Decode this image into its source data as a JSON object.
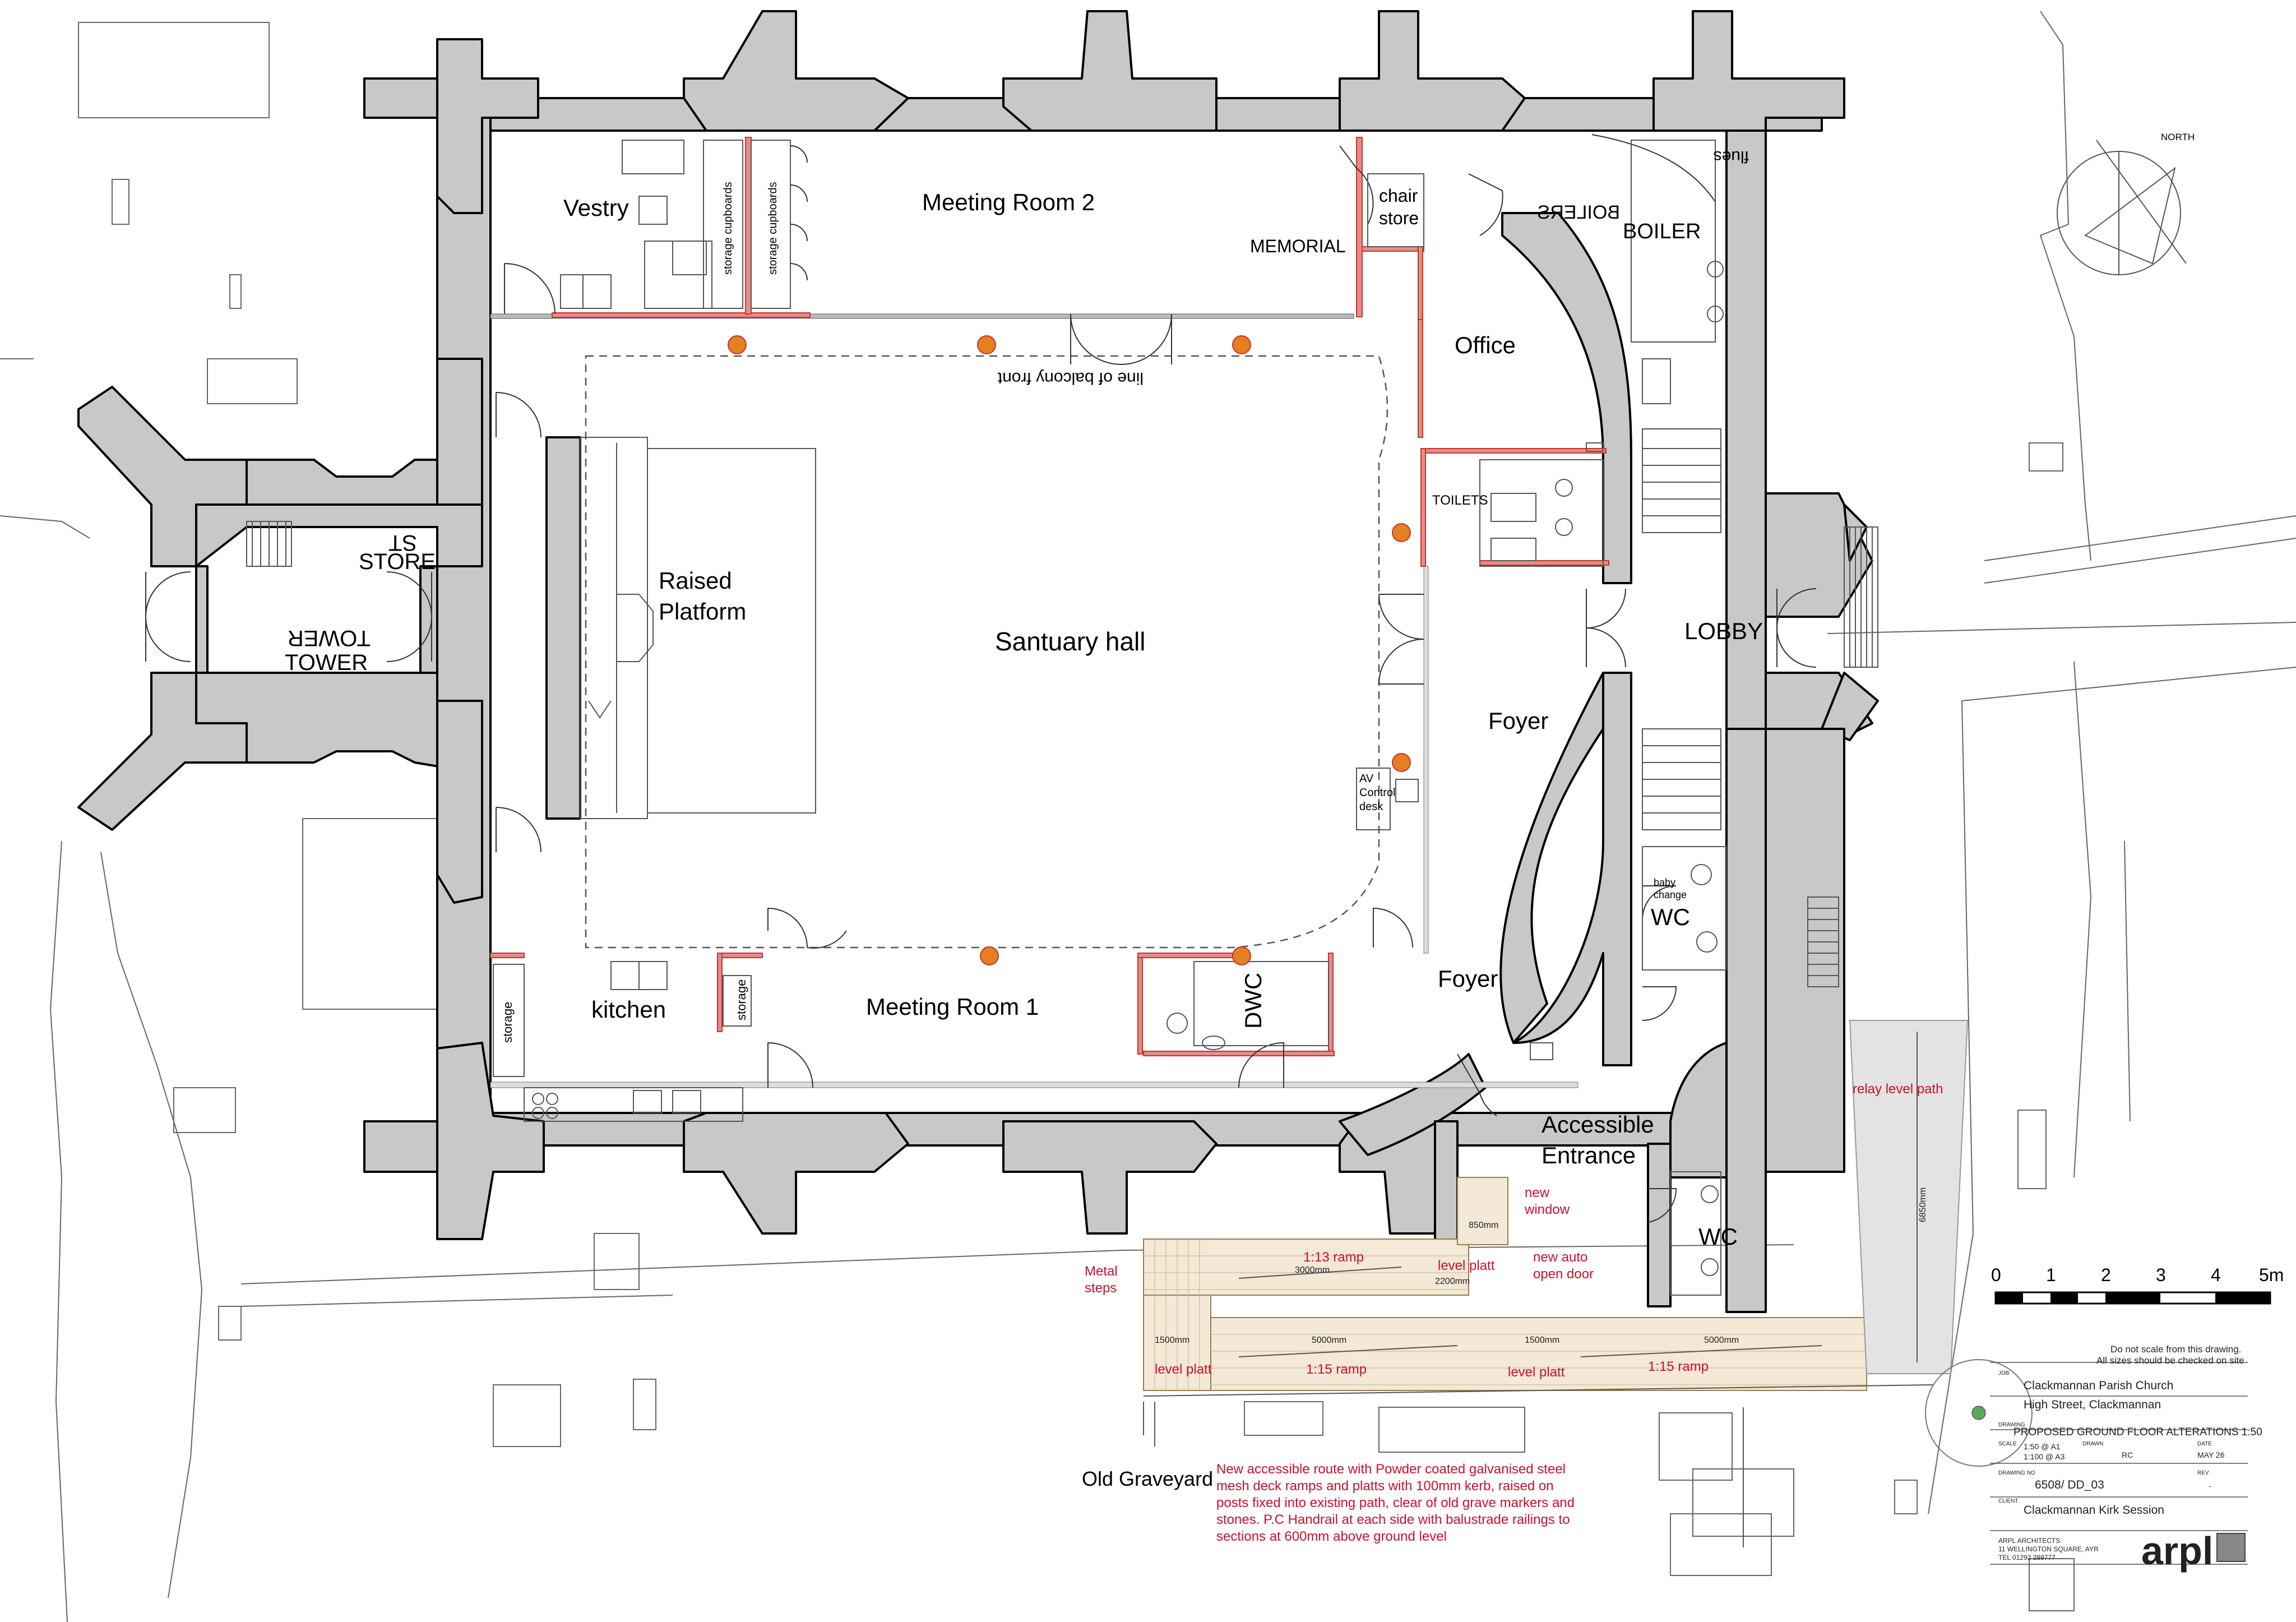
{
  "rooms": {
    "vestry": "Vestry",
    "meeting_room_2": "Meeting Room 2",
    "memorial": "MEMORIAL",
    "chair_store_1": "chair",
    "chair_store_2": "store",
    "boiler": "BOILER",
    "boiler_mirrored": "BOILERS",
    "flues": "flues",
    "office": "Office",
    "toilets": "TOILETS",
    "lobby": "LOBBY",
    "foyer_upper": "Foyer",
    "foyer_lower": "Foyer",
    "store": "STORE",
    "store_mirrored": "ST",
    "tower": "TOWER",
    "tower_mirrored": "TOWER",
    "raised_platform_1": "Raised",
    "raised_platform_2": "Platform",
    "sanctuary_hall": "Santuary hall",
    "balcony_line": "line of balcony front",
    "av_1": "AV",
    "av_2": "Control",
    "av_3": "desk",
    "kitchen": "kitchen",
    "storage_left": "storage",
    "storage_kitchen": "storage",
    "storage_cupboards_1": "storage cupboards",
    "storage_cupboards_2": "storage cupboards",
    "meeting_room_1": "Meeting Room 1",
    "dwc": "DWC",
    "wc_upper": "WC",
    "wc_lower": "WC",
    "baby_change_1": "baby",
    "baby_change_2": "change",
    "accessible_1": "Accessible",
    "accessible_2": "Entrance",
    "old_graveyard": "Old Graveyard",
    "north": "NORTH"
  },
  "annotations": {
    "new_window_1": "new",
    "new_window_2": "window",
    "new_door_1": "new auto",
    "new_door_2": "open door",
    "metal_steps_1": "Metal",
    "metal_steps_2": "steps",
    "level_platt_top": "level platt",
    "level_platt_left": "level platt",
    "level_platt_mid": "level platt",
    "ramp_113": "1:13 ramp",
    "ramp_115_a": "1:15 ramp",
    "ramp_115_b": "1:15 ramp",
    "relay_path": "relay level path",
    "dim_3000": "3000mm",
    "dim_850": "850mm",
    "dim_2200": "2200mm",
    "dim_1500a": "1500mm",
    "dim_5000a": "5000mm",
    "dim_1500b": "1500mm",
    "dim_5000b": "5000mm",
    "dim_6850": "6850mm",
    "route_note": [
      "New accessible route with Powder coated galvanised steel",
      "mesh deck ramps and platts with 100mm kerb, raised on",
      "posts fixed into existing path, clear of old grave markers and",
      "stones. P.C Handrail at each side with balustrade railings to",
      "sections at 600mm above ground level"
    ]
  },
  "scale_bar": {
    "ticks": [
      "0",
      "1",
      "2",
      "3",
      "4",
      "5m"
    ]
  },
  "title_block": {
    "note_1": "Do not scale from this drawing.",
    "note_2": "All sizes should be checked on site",
    "job_label": "JOB",
    "job_1": "Clackmannan Parish Church",
    "job_2": "High Street, Clackmannan",
    "drawing_label": "DRAWING",
    "drawing": "PROPOSED  GROUND FLOOR ALTERATIONS 1:50",
    "scale_label": "SCALE",
    "scale_1": "1:50 @ A1",
    "scale_2": "1:100 @ A3",
    "drawn_label": "DRAWN",
    "drawn": "RC",
    "date_label": "DATE",
    "date": "MAY 26",
    "drawing_no_label": "DRAWING NO",
    "drawing_no": "6508/ DD_03",
    "rev_label": "REV",
    "rev": "-",
    "client_label": "CLIENT",
    "client": "Clackmannan Kirk Session",
    "firm_1": "ARPL ARCHITECTS",
    "firm_2": "11 WELLINGTON SQUARE,  AYR",
    "firm_3": "TEL   01292 289777",
    "logo": "arpl"
  },
  "colors": {
    "wall_fill": "#c8c8c8",
    "new_partition": "#e98a8a",
    "annotation_red": "#c8102e",
    "ramp_deck": "#f3e9d6"
  }
}
